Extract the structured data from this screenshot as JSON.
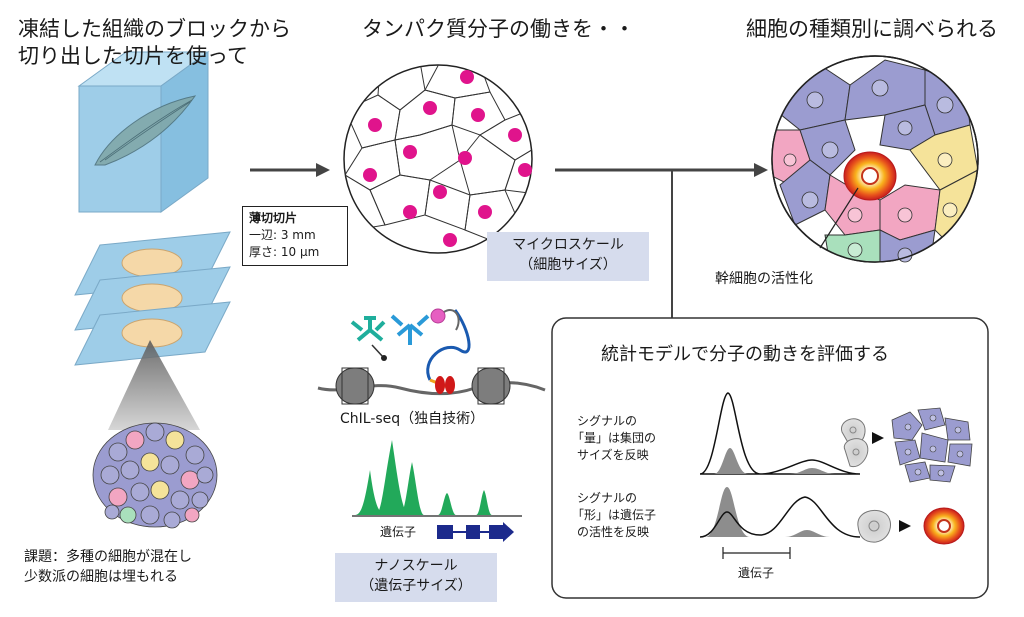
{
  "headings": {
    "left_line1": "凍結した組織のブロックから",
    "left_line2": "切り出した切片を使って",
    "center": "タンパク質分子の働きを・・",
    "right": "細胞の種類別に調べられる"
  },
  "section_box": {
    "title": "薄切切片",
    "line1": "一辺: 3 mm",
    "line2": "厚さ: 10 μm"
  },
  "micro_scale": {
    "line1": "マイクロスケール",
    "line2": "（細胞サイズ）"
  },
  "nano_scale": {
    "line1": "ナノスケール",
    "line2": "（遺伝子サイズ）"
  },
  "method_label": "ChIL-seq（独自技術）",
  "gene_label": "遺伝子",
  "stem_cell_label": "幹細胞の活性化",
  "issue": {
    "line1": "課題：多種の細胞が混在し",
    "line2": "少数派の細胞は埋もれる"
  },
  "model_panel": {
    "title": "統計モデルで分子の動きを評価する",
    "row1": [
      "シグナルの",
      "「量」は集団の",
      "サイズを反映"
    ],
    "row2": [
      "シグナルの",
      "「形」は遺伝子",
      "の活性を反映"
    ],
    "axis_label": "遺伝子"
  },
  "colors": {
    "cell_purple": "#9b9cd0",
    "nucleus_magenta": "#e0148c",
    "tissue_blue": "#9ecde8",
    "scale_box": "#d6dced",
    "peak_green": "#22a95a",
    "gene_blue": "#1c2a8c"
  }
}
